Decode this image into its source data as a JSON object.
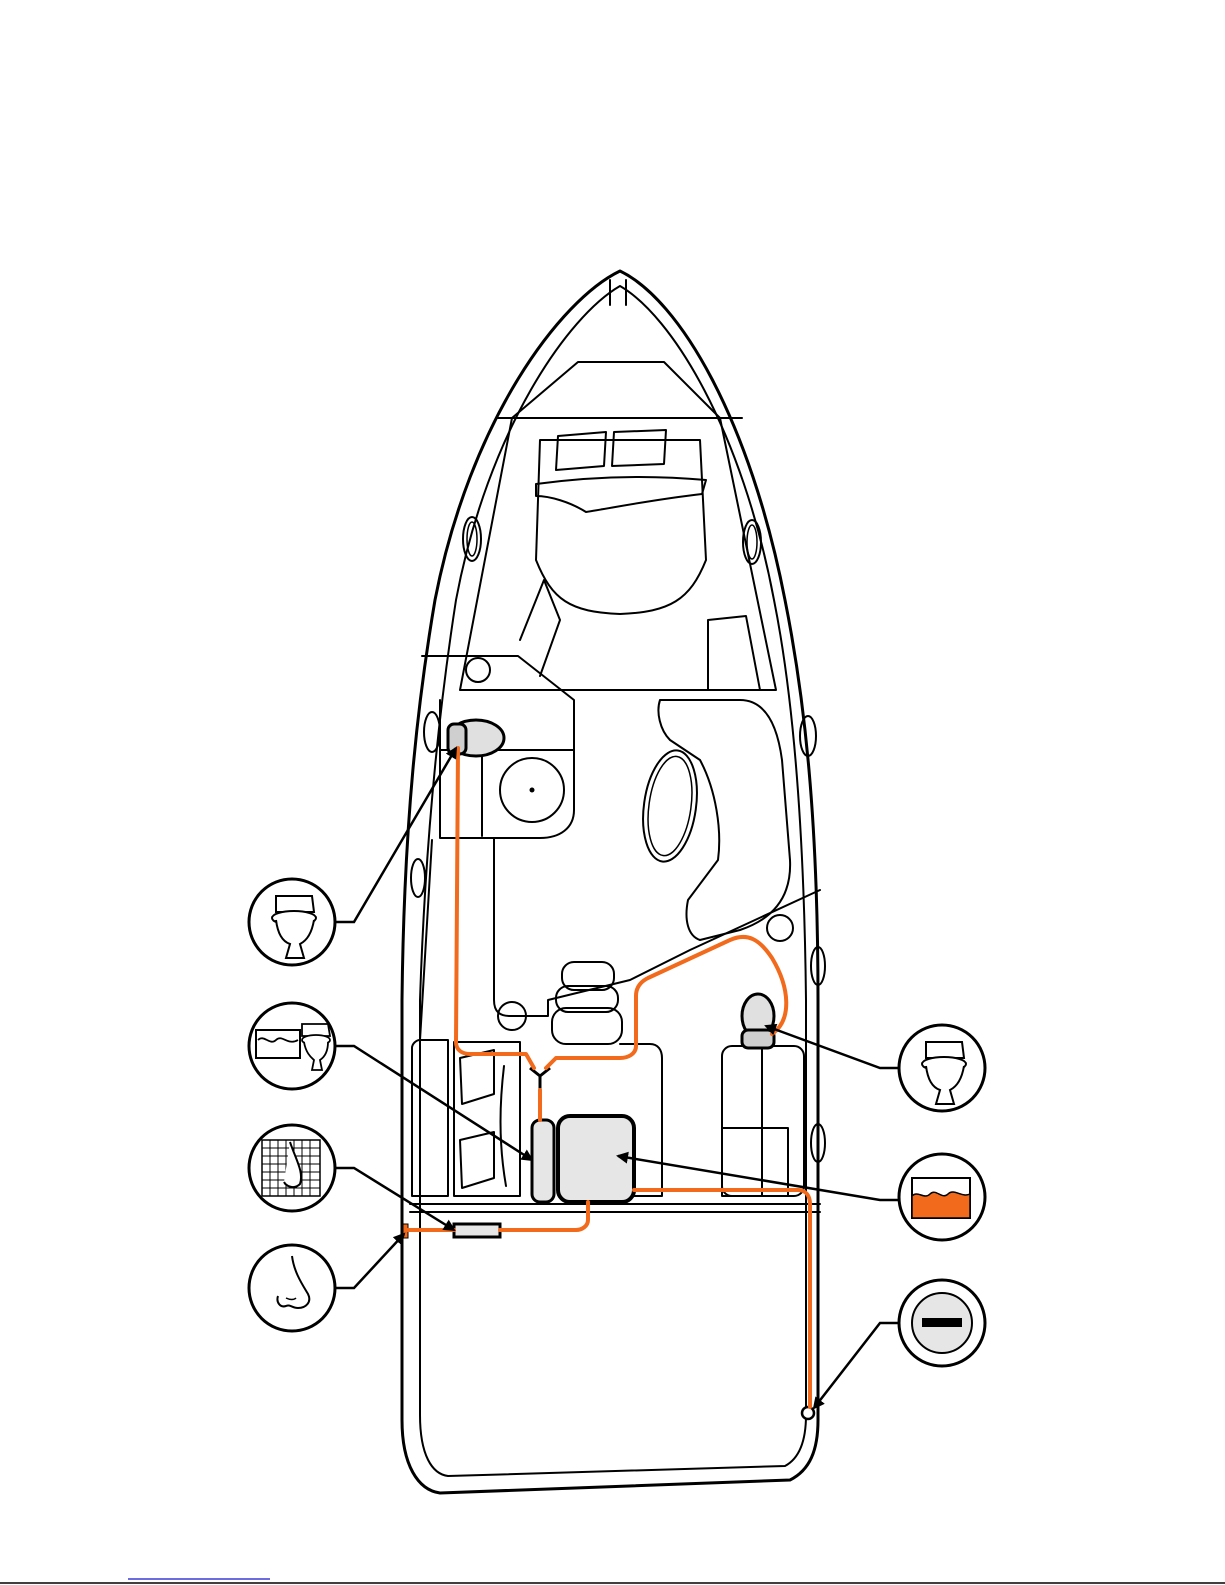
{
  "colors": {
    "hose": "#f26a1b",
    "outline": "#000000",
    "tank_fill": "#e6e6e6",
    "background": "#ffffff",
    "footer_rule": "#3b3bd6"
  },
  "components": [
    {
      "id": "forward-toilet",
      "icon": "marine-toilet-icon"
    },
    {
      "id": "aft-toilet",
      "icon": "marine-toilet-icon"
    },
    {
      "id": "macerator-pump",
      "icon": "macerator-toilet-tank-icon"
    },
    {
      "id": "holding-tank",
      "icon": "holding-tank-icon"
    },
    {
      "id": "odor-filter",
      "icon": "odor-filter-mesh-icon"
    },
    {
      "id": "vent-fitting",
      "icon": "nose-vent-icon"
    },
    {
      "id": "deck-pumpout",
      "icon": "deck-pumpout-fitting-icon"
    }
  ]
}
